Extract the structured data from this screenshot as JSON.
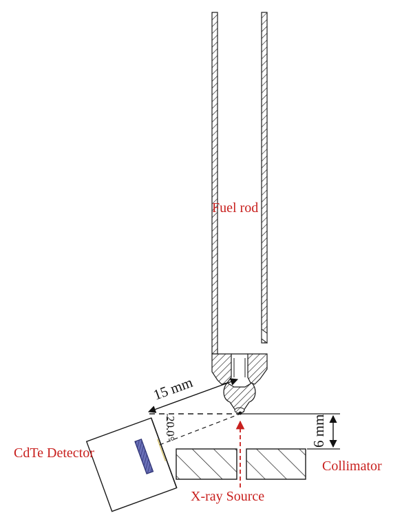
{
  "labels": {
    "fuel_rod": "Fuel rod",
    "cdte_detector": "CdTe Detector",
    "collimator": "Collimator",
    "xray_source": "X-ray Source",
    "distance": "15 mm",
    "height": "6 mm",
    "angle": "20.0°"
  },
  "colors": {
    "label_red": "#c8201e",
    "line_black": "#1a1a1a",
    "detector_crystal": "#4a4f9c",
    "beam_red": "#c8201e"
  }
}
